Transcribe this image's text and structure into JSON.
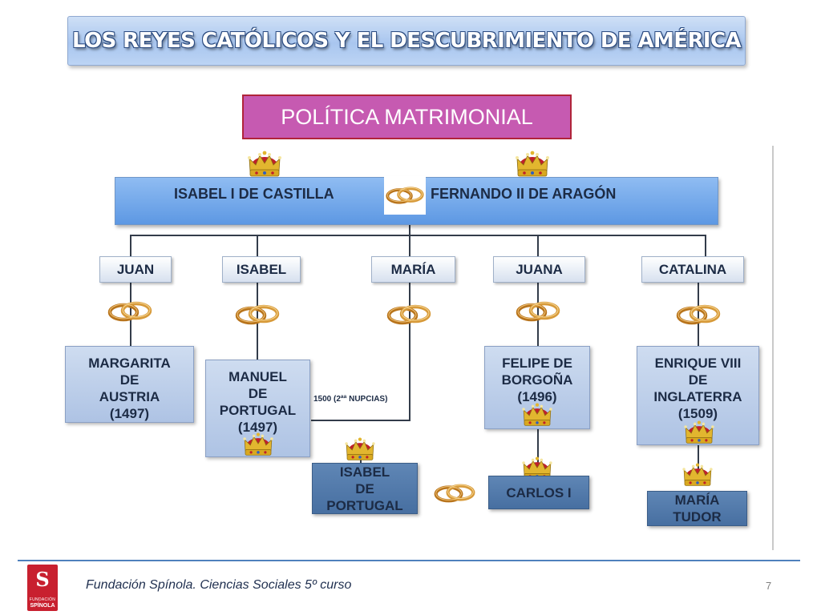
{
  "header": {
    "title": "LOS REYES CATÓLICOS Y EL DESCUBRIMIENTO DE AMÉRICA"
  },
  "section": {
    "title": "POLÍTICA MATRIMONIAL"
  },
  "parents": {
    "left": "ISABEL I DE CASTILLA",
    "right": "FERNANDO II DE ARAGÓN"
  },
  "children": [
    "JUAN",
    "ISABEL",
    "MARÍA",
    "JUANA",
    "CATALINA"
  ],
  "spouses": {
    "juan": [
      "MARGARITA",
      "DE",
      "AUSTRIA",
      "(1497)"
    ],
    "isabel": [
      "MANUEL",
      "DE",
      "PORTUGAL",
      "(1497)"
    ],
    "juana": [
      "FELIPE DE",
      "BORGOÑA",
      "(1496)"
    ],
    "catalina": [
      "ENRIQUE VIII",
      "DE",
      "INGLATERRA",
      "(1509)"
    ]
  },
  "notes": {
    "second_marriage": "1500 (2ªª NUPCIAS)"
  },
  "descendants": {
    "isabel_portugal": [
      "ISABEL",
      "DE",
      "PORTUGAL"
    ],
    "carlos": [
      "CARLOS I"
    ],
    "maria_tudor": [
      "MARÍA",
      "TUDOR"
    ]
  },
  "icons": {
    "crown": "crown-icon",
    "rings": "wedding-rings-icon"
  },
  "colors": {
    "title_bar": "#a9c6ef",
    "subtitle_bg": "#c65ab1",
    "subtitle_border": "#b0243a",
    "parents_bar": "#5d98e3",
    "descendant_box": "#4f78aa",
    "footer_line": "#4f81bd"
  },
  "footer": {
    "text": "Fundación Spínola. Ciencias Sociales 5º curso",
    "page": "7",
    "logo_line1": "FUNDACIÓN",
    "logo_line2": "SPÍNOLA"
  }
}
